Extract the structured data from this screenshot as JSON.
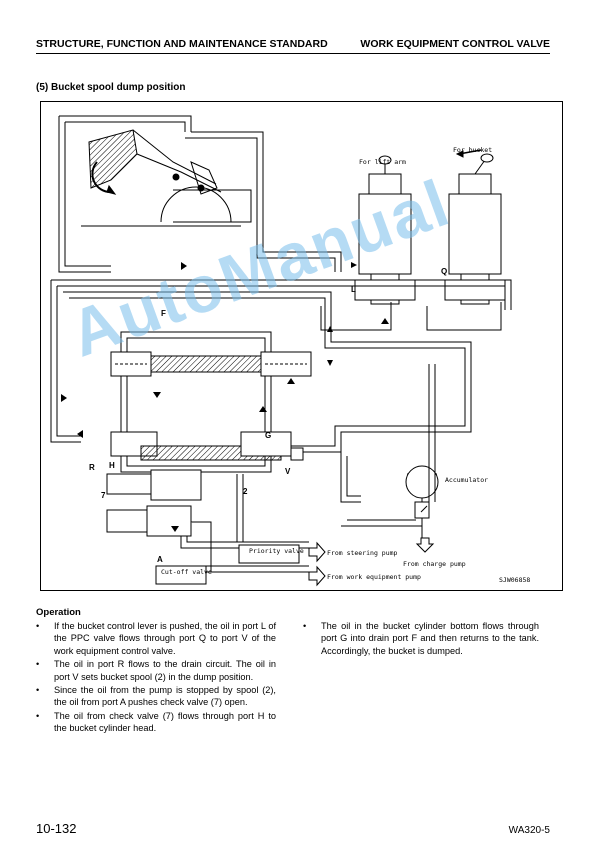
{
  "header": {
    "left": "STRUCTURE, FUNCTION AND MAINTENANCE STANDARD",
    "right": "WORK EQUIPMENT CONTROL VALVE"
  },
  "section_title": "(5) Bucket spool dump position",
  "diagram": {
    "labels": {
      "for_lift_arm": "For lift arm",
      "for_bucket": "For bucket",
      "accumulator": "Accumulator",
      "priority_valve": "Priority valve",
      "cut_off_valve": "Cut-off valve",
      "from_steering_pump": "From steering pump",
      "from_charge_pump": "From charge pump",
      "from_work_equipment_pump": "From work equipment pump",
      "figure_code": "SJW06858"
    },
    "ports": {
      "F": "F",
      "G": "G",
      "H": "H",
      "R": "R",
      "V": "V",
      "L": "L",
      "Q": "Q",
      "A": "A",
      "n7": "7",
      "n2": "2"
    }
  },
  "watermark": "AutoManual",
  "operation": {
    "title": "Operation",
    "left_bullets": [
      "If the bucket control lever is pushed, the oil in port L of the PPC valve flows through port Q to port V of the work equipment control valve.",
      "The oil in port R flows to the drain circuit.  The oil in port V sets bucket spool (2) in the dump position.",
      "Since the oil from the pump is stopped by spool (2), the oil from port A pushes check valve (7) open.",
      "The oil from check valve (7) flows through port H to the bucket cylinder head."
    ],
    "right_bullets": [
      "The oil in the bucket cylinder bottom flows through port G into drain port F and then returns to the tank.  Accordingly, the bucket is dumped."
    ]
  },
  "footer": {
    "page_number": "10-132",
    "model": "WA320-5"
  }
}
